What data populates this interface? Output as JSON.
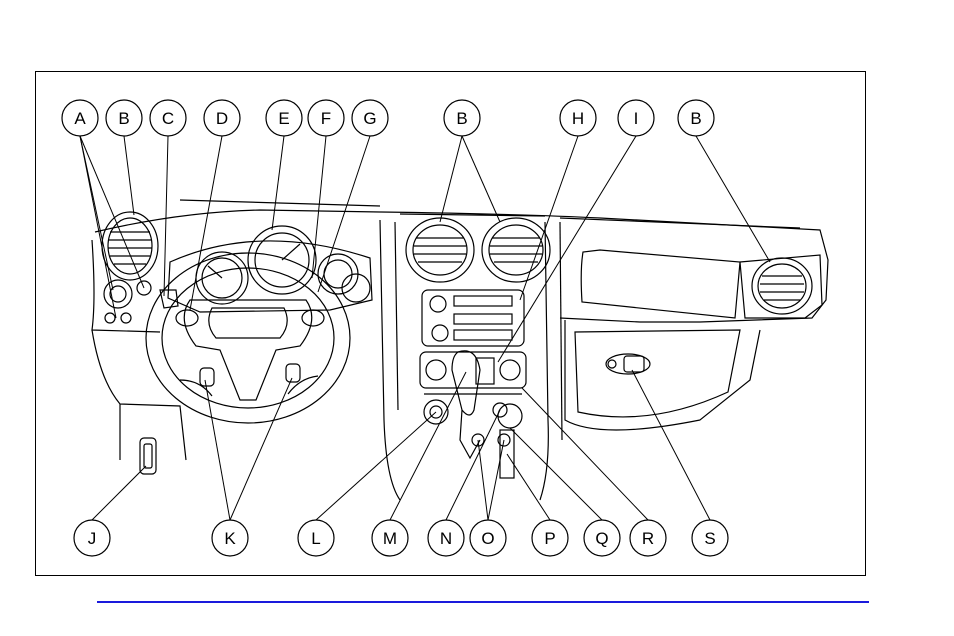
{
  "colors": {
    "line": "#000000",
    "footer_rule": "#1a1adc",
    "background": "#ffffff"
  },
  "callouts_top": [
    "A",
    "B",
    "C",
    "D",
    "E",
    "F",
    "G",
    "B",
    "H",
    "I",
    "B"
  ],
  "callouts_bottom": [
    "J",
    "K",
    "L",
    "M",
    "N",
    "O",
    "P",
    "Q",
    "R",
    "S"
  ]
}
